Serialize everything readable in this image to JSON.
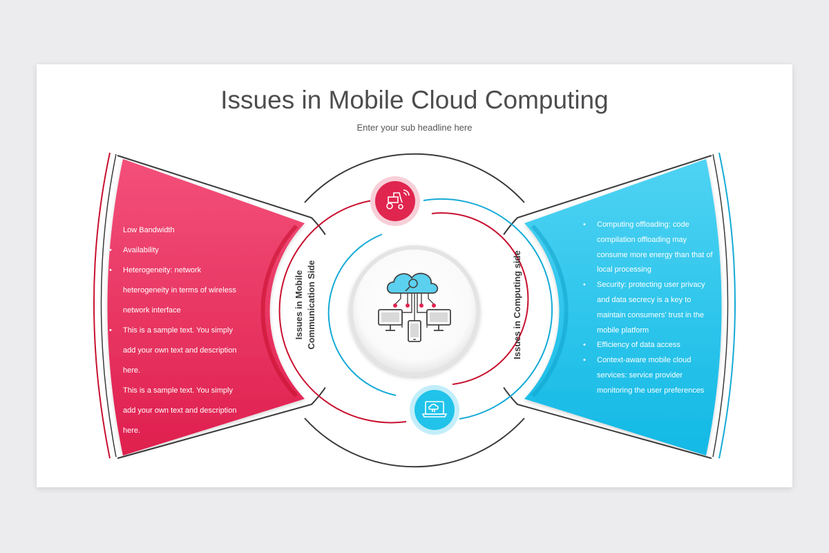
{
  "header": {
    "title": "Issues in Mobile Cloud Computing",
    "subtitle": "Enter your sub headline here"
  },
  "left_panel": {
    "label": "Issues in Mobile Communication Side",
    "items": [
      "Low Bandwidth",
      "Availability",
      "Heterogeneity: network heterogeneity in terms of wireless network interface",
      "This is a sample text. You simply add your own text and description here.",
      "This is a sample text. You simply add your own text and description here."
    ]
  },
  "right_panel": {
    "label": "Issues in Computing side",
    "items": [
      "Computing offloading: code compilation offloading may consume more energy than that of local processing",
      "Security: protecting user privacy and data secrecy is a key to maintain consumers' trust in the mobile platform",
      "Efficiency of data access",
      "Context-aware mobile cloud services: service provider monitoring the user preferences"
    ]
  },
  "icons": {
    "top": "tractor-wifi-icon",
    "center": "cloud-network-devices-icon",
    "bottom": "laptop-cloud-icon"
  },
  "colors": {
    "red": "#e0254f",
    "red_dark": "#c8102e",
    "blue": "#21c3ea",
    "blue_dark": "#14aad6",
    "outline": "#3a3a3a"
  }
}
